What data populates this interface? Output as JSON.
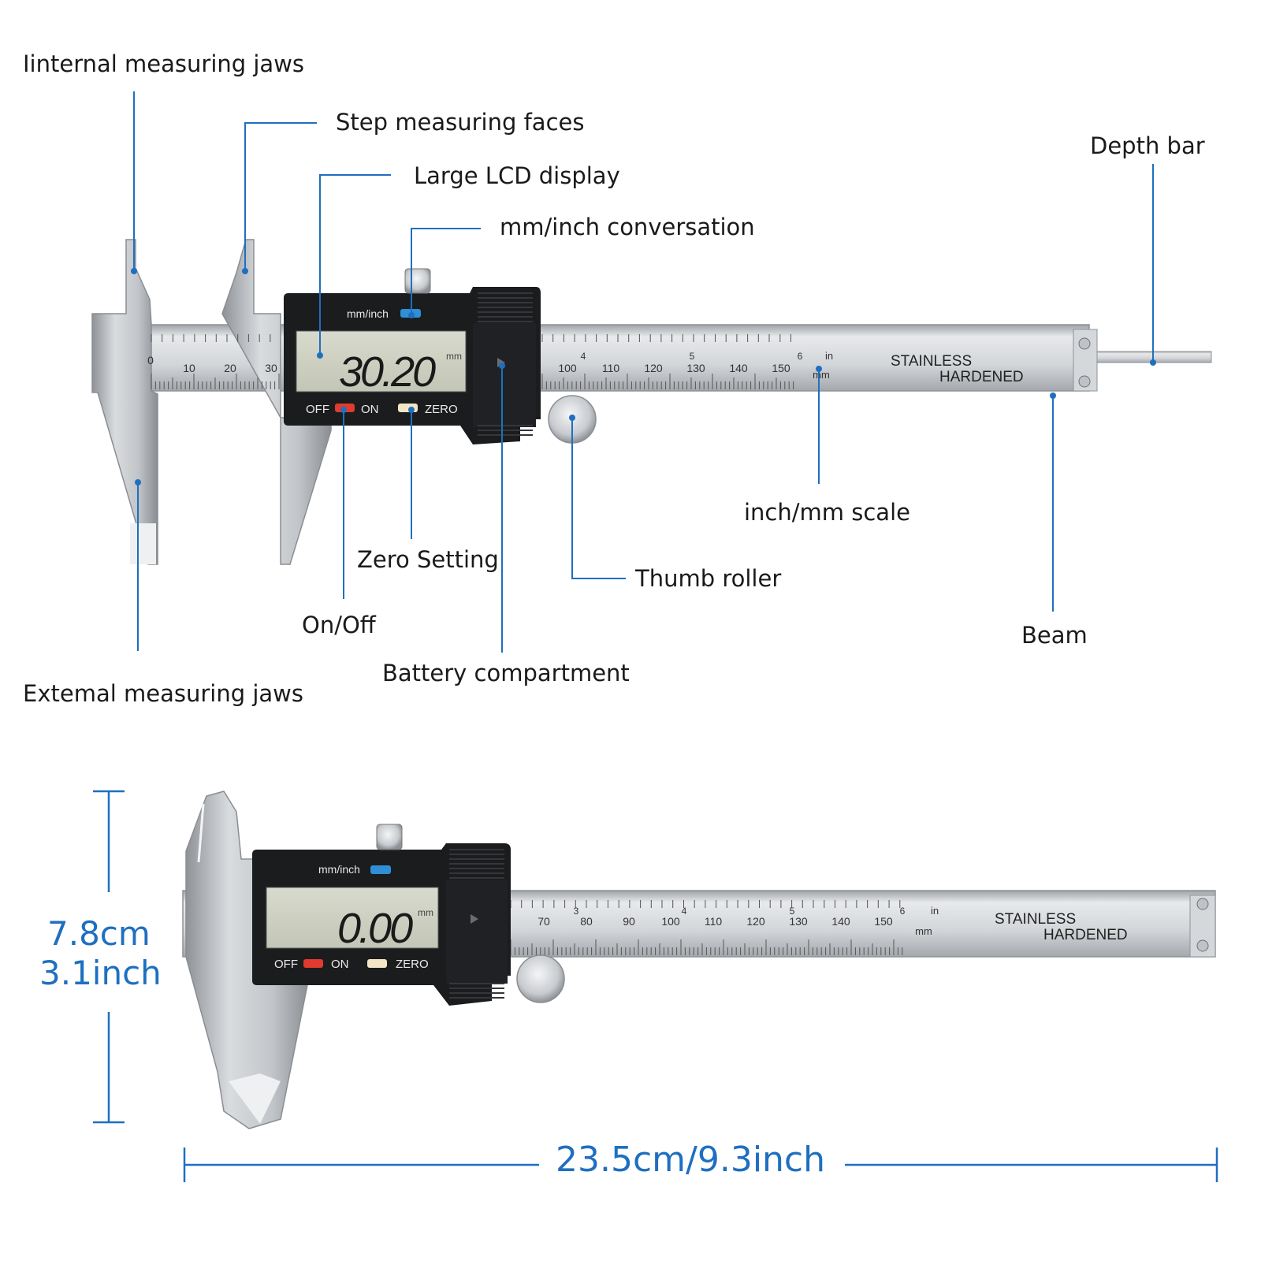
{
  "labels": {
    "internal_jaws": "Iinternal measuring jaws",
    "step_faces": "Step measuring faces",
    "lcd_display": "Large LCD display",
    "mm_inch_conversation": "mm/inch conversation",
    "depth_bar": "Depth bar",
    "inch_mm_scale": "inch/mm scale",
    "zero_setting": "Zero Setting",
    "thumb_roller": "Thumb roller",
    "on_off": "On/Off",
    "beam": "Beam",
    "battery": "Battery compartment",
    "external_jaws": "Extemal measuring jaws"
  },
  "caliper_top": {
    "reading": "30.20",
    "unit": "mm",
    "mode_label": "mm/inch",
    "off_label": "OFF",
    "on_label": "ON",
    "zero_label": "ZERO",
    "brand_line1": "STAINLESS",
    "brand_line2": "HARDENED",
    "in_label": "in",
    "mm_label": "mm",
    "left_scale": [
      "0",
      "10",
      "20",
      "30"
    ],
    "right_scale": [
      "100",
      "110",
      "120",
      "130",
      "140",
      "150"
    ],
    "inch_majors": [
      "4",
      "5",
      "6"
    ]
  },
  "caliper_bottom": {
    "reading": "0.00",
    "unit": "mm",
    "mode_label": "mm/inch",
    "off_label": "OFF",
    "on_label": "ON",
    "zero_label": "ZERO",
    "brand_line1": "STAINLESS",
    "brand_line2": "HARDENED",
    "in_label": "in",
    "mm_label": "mm",
    "scale": [
      "70",
      "80",
      "90",
      "100",
      "110",
      "120",
      "130",
      "140",
      "150"
    ],
    "inch_majors": [
      "3",
      "4",
      "5",
      "6"
    ]
  },
  "dimensions": {
    "height_cm": "7.8cm",
    "height_inch": "3.1inch",
    "length": "23.5cm/9.3inch"
  },
  "colors": {
    "accent": "#1f6fc0",
    "steel": "#cfd2d6",
    "body": "#1b1c1e",
    "lcd": "#cfd2c2",
    "off_button": "#e23a2e",
    "zero_button": "#f3e6c4",
    "mode_button": "#2f8fd6"
  }
}
